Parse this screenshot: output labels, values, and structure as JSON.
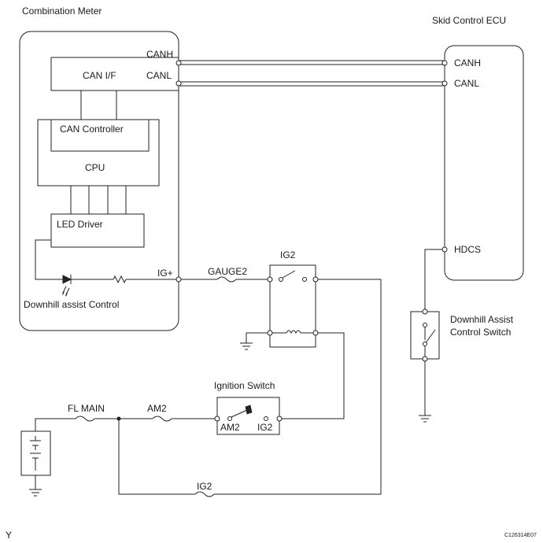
{
  "combination_meter": {
    "title": "Combination Meter",
    "can_if": "CAN I/F",
    "can_controller": "CAN Controller",
    "cpu": "CPU",
    "led_driver": "LED Driver",
    "indicator": "Downhill assist Control",
    "pins": {
      "canh": "CANH",
      "canl": "CANL",
      "ig_plus": "IG+"
    }
  },
  "skid_control_ecu": {
    "title": "Skid Control ECU",
    "pins": {
      "canh": "CANH",
      "canl": "CANL",
      "hdcs": "HDCS"
    }
  },
  "downhill_switch": {
    "line1": "Downhill Assist",
    "line2": "Control Switch"
  },
  "fuses": {
    "gauge2": "GAUGE2",
    "fl_main": "FL MAIN",
    "am2": "AM2",
    "ig2": "IG2"
  },
  "ig2_relay": {
    "label": "IG2"
  },
  "ignition_switch": {
    "title": "Ignition Switch",
    "am2": "AM2",
    "ig2": "IG2"
  },
  "footer": {
    "corner_letter": "Y",
    "figure_code": "C126314E07"
  }
}
